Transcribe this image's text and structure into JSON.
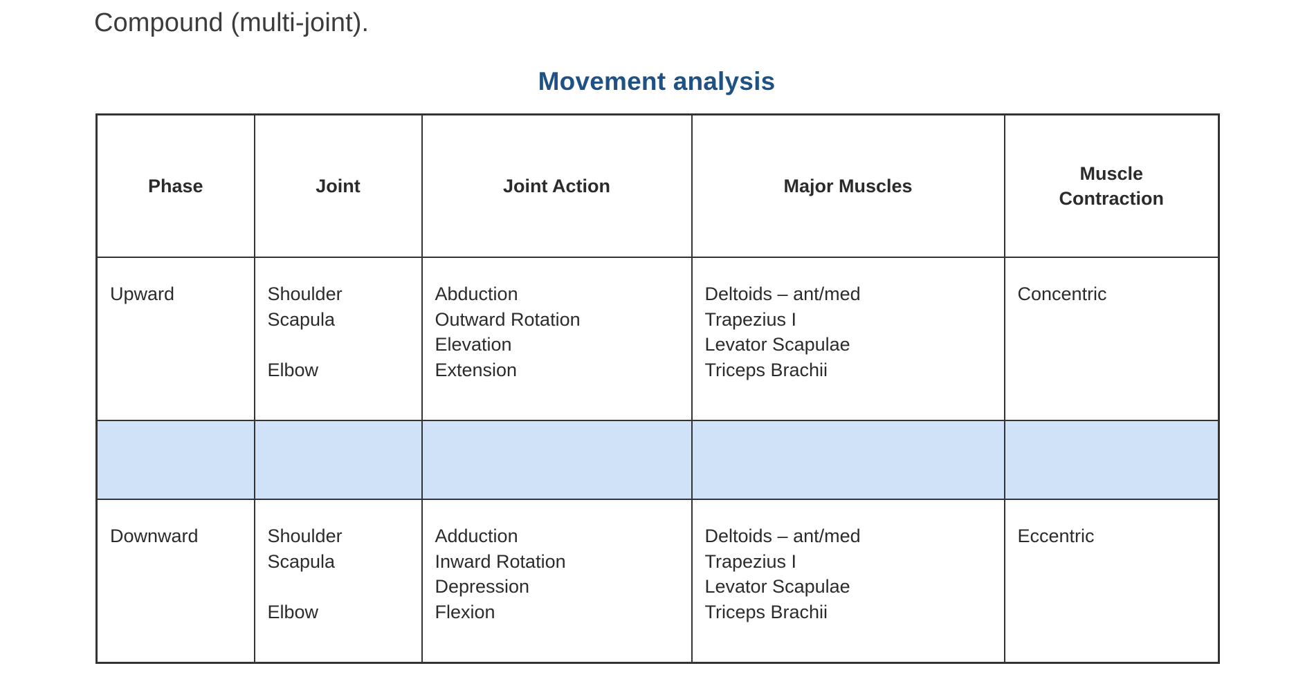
{
  "document": {
    "lead_text": "Compound (multi-joint).",
    "title": "Movement analysis",
    "title_color": "#1f5184",
    "text_color": "#2b2b2b",
    "highlight_color": "#cfe2f7",
    "border_color": "#333333"
  },
  "table": {
    "columns": [
      {
        "key": "phase",
        "label": "Phase"
      },
      {
        "key": "joint",
        "label": "Joint"
      },
      {
        "key": "joint_action",
        "label": "Joint Action"
      },
      {
        "key": "major_muscles",
        "label": "Major Muscles"
      },
      {
        "key": "contraction",
        "label": "Muscle\nContraction"
      }
    ],
    "header": {
      "phase": "Phase",
      "joint": "Joint",
      "joint_action": "Joint Action",
      "major_muscles": "Major Muscles",
      "contraction_line1": "Muscle",
      "contraction_line2": "Contraction"
    },
    "rows": [
      {
        "type": "data",
        "phase": "Upward",
        "joint_lines": [
          "Shoulder",
          "Scapula",
          "",
          "Elbow"
        ],
        "joint_action_lines": [
          "Abduction",
          "Outward Rotation",
          "Elevation",
          "Extension"
        ],
        "major_muscles_lines": [
          "Deltoids – ant/med",
          "Trapezius I",
          "Levator Scapulae",
          "Triceps Brachii"
        ],
        "contraction": "Concentric"
      },
      {
        "type": "highlight",
        "phase": "",
        "joint_lines": [],
        "joint_action_lines": [],
        "major_muscles_lines": [],
        "contraction": ""
      },
      {
        "type": "data",
        "phase": "Downward",
        "joint_lines": [
          "Shoulder",
          "Scapula",
          "",
          "Elbow"
        ],
        "joint_action_lines": [
          "Adduction",
          "Inward Rotation",
          "Depression",
          "Flexion"
        ],
        "major_muscles_lines": [
          "Deltoids – ant/med",
          "Trapezius I",
          "Levator Scapulae",
          "Triceps Brachii"
        ],
        "contraction": "Eccentric"
      }
    ]
  }
}
